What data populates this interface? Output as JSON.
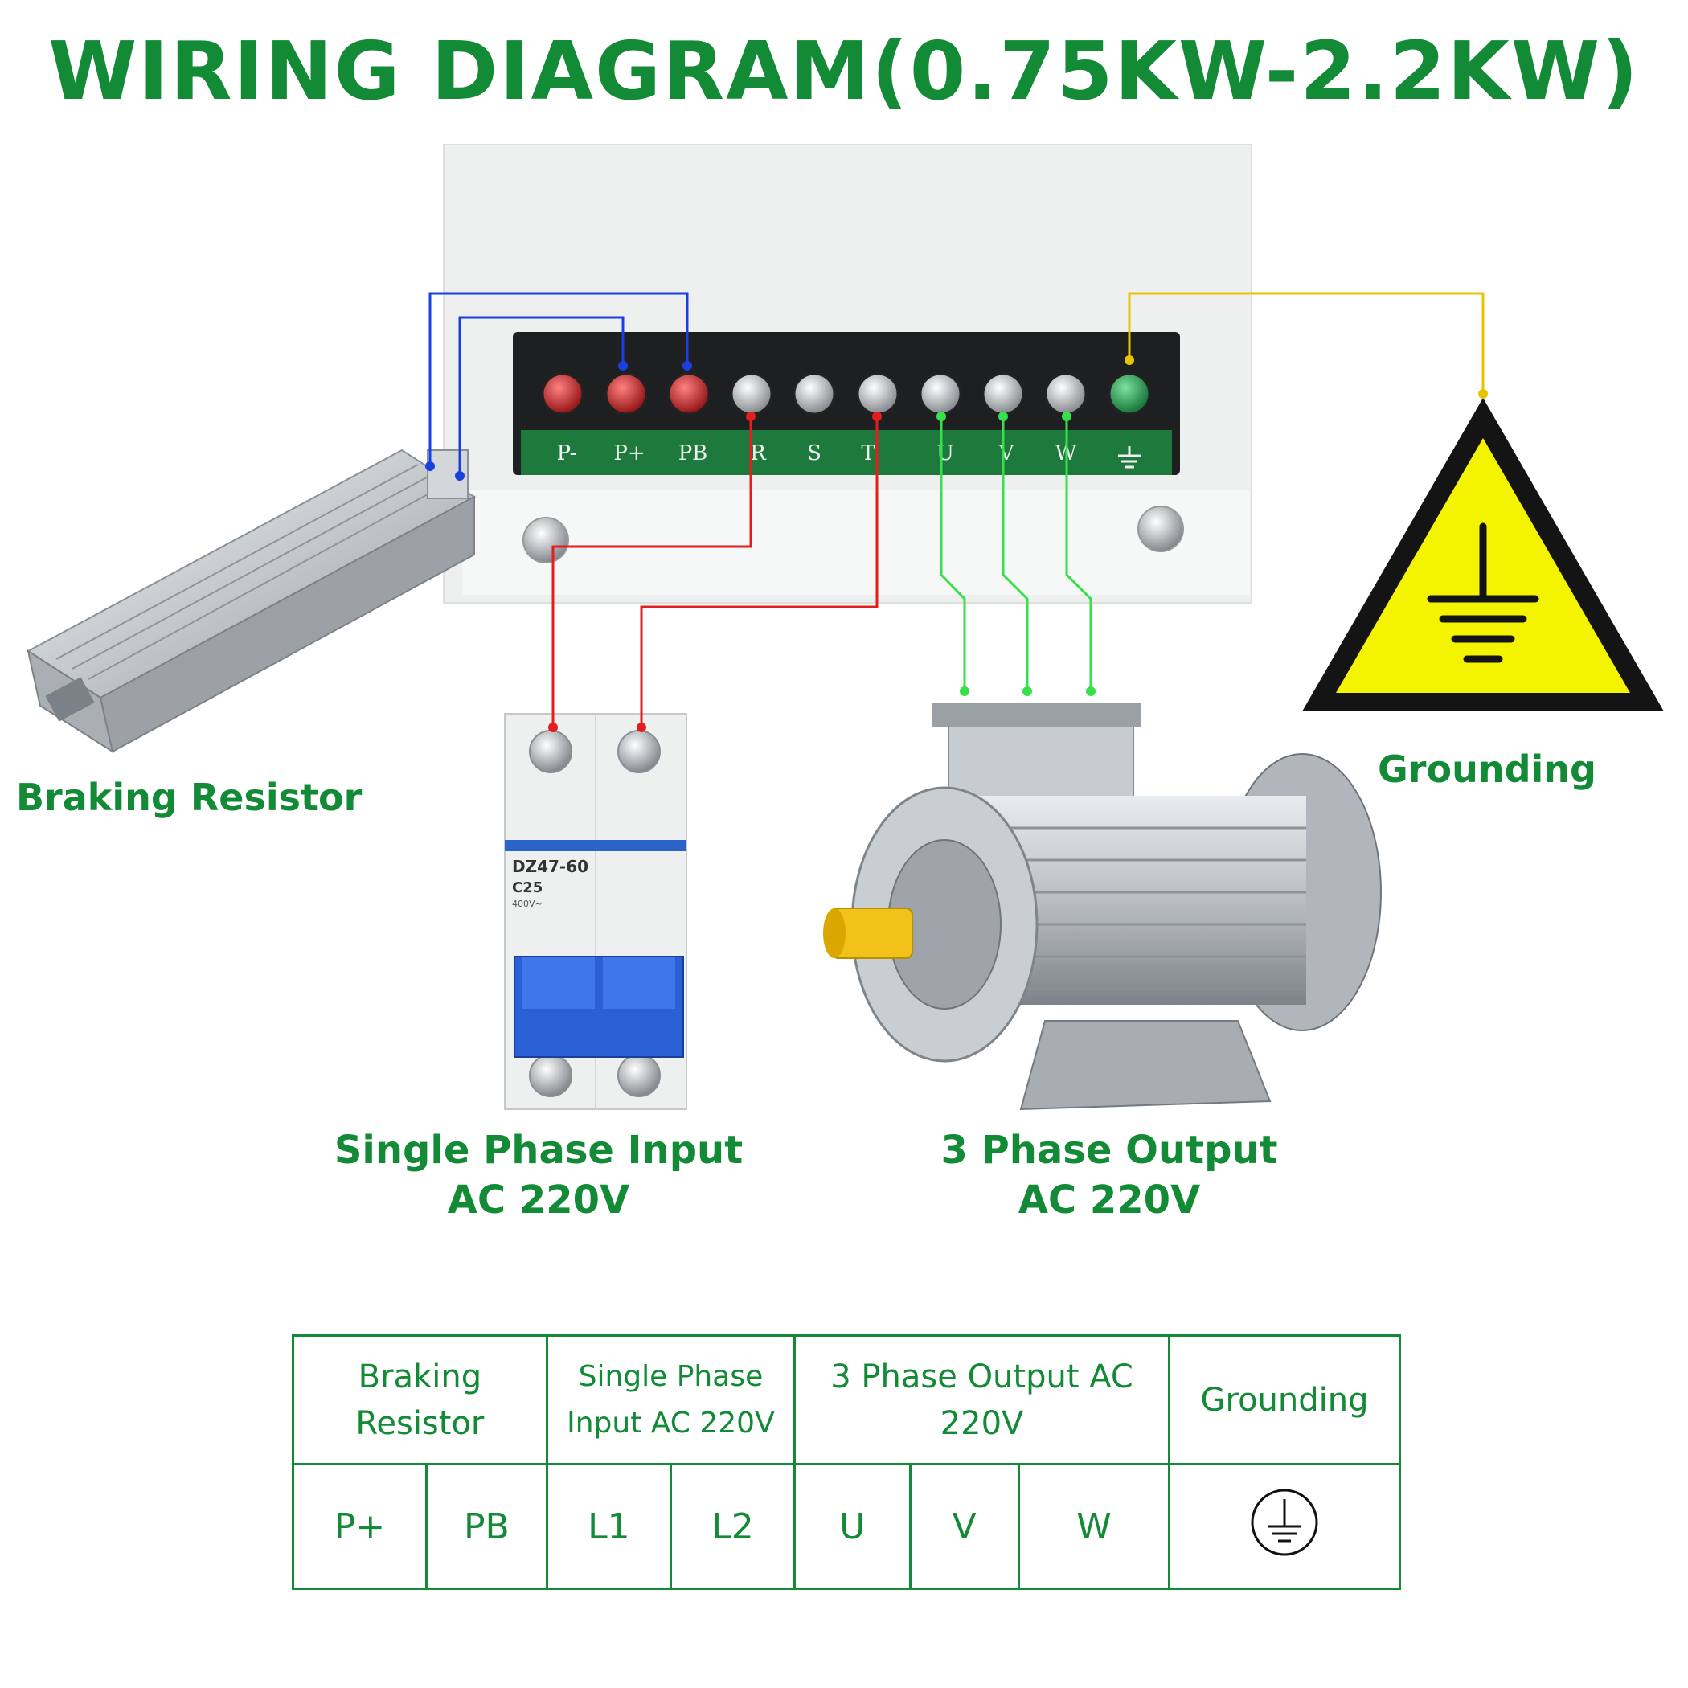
{
  "title": "WIRING DIAGRAM(0.75KW-2.2KW)",
  "labels": {
    "braking_resistor": "Braking Resistor",
    "grounding": "Grounding",
    "input_line1": "Single Phase Input",
    "input_line2": "AC 220V",
    "output_line1": "3 Phase Output",
    "output_line2": "AC 220V"
  },
  "terminals": [
    "P-",
    "P+",
    "PB",
    "R",
    "S",
    "T",
    "U",
    "V",
    "W"
  ],
  "breaker": {
    "model": "DZ47-60",
    "rating": "C25",
    "voltage": "400V~"
  },
  "table": {
    "headers": [
      "Braking Resistor",
      "Single Phase Input AC 220V",
      "3 Phase Output AC 220V",
      "Grounding"
    ],
    "values": [
      "P+",
      "PB",
      "L1",
      "L2",
      "U",
      "V",
      "W"
    ],
    "ground_symbol": "ground-icon"
  },
  "colors": {
    "brand_green": "#138a36",
    "wire_blue": "#1a3fe0",
    "wire_red": "#e41e1e",
    "wire_green": "#36e04a",
    "wire_yellow": "#e8c400",
    "warning_yellow": "#f4f400"
  }
}
